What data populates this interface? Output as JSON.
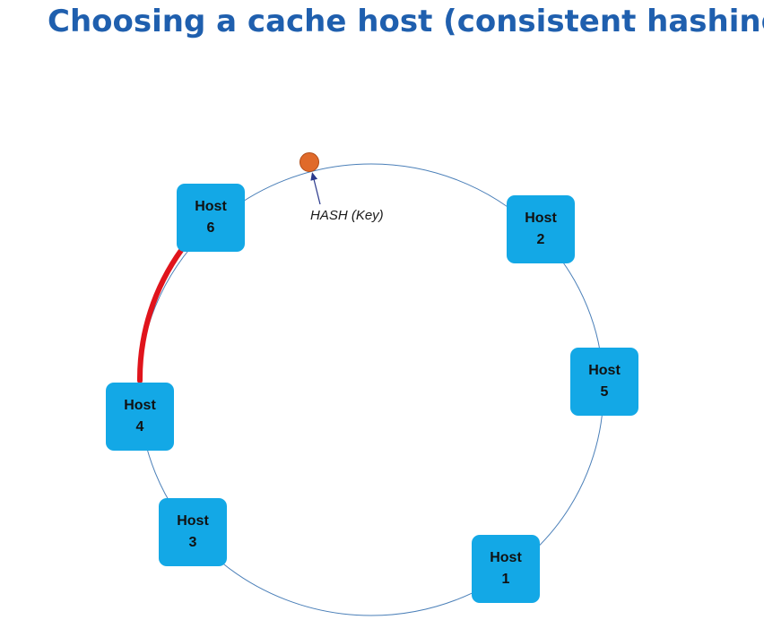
{
  "title": "Choosing a cache host (consistent hashing)",
  "hash_label": "HASH (Key)",
  "colors": {
    "title": "#1f5fae",
    "ring": "#4a7fb8",
    "host_fill": "#13a8e6",
    "highlight_arc": "#e0141c",
    "key_dot": "#e06a2a",
    "key_dot_stroke": "#b14c17",
    "arrow": "#2b3a8c"
  },
  "hosts": [
    {
      "id": "host-6",
      "line1": "Host",
      "line2": "6"
    },
    {
      "id": "host-2",
      "line1": "Host",
      "line2": "2"
    },
    {
      "id": "host-5",
      "line1": "Host",
      "line2": "5"
    },
    {
      "id": "host-4",
      "line1": "Host",
      "line2": "4"
    },
    {
      "id": "host-3",
      "line1": "Host",
      "line2": "3"
    },
    {
      "id": "host-1",
      "line1": "Host",
      "line2": "1"
    }
  ]
}
